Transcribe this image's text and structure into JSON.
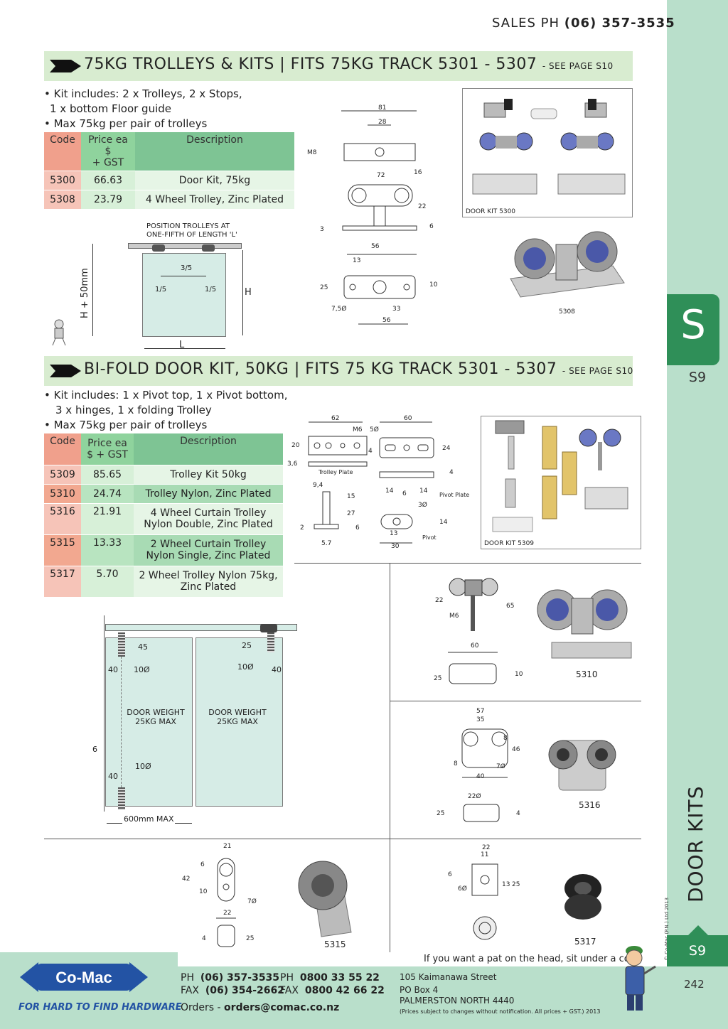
{
  "header": {
    "sales_label": "SALES  PH",
    "sales_phone": "(06) 357-3535"
  },
  "section1": {
    "title": "75KG TROLLEYS & KITS  |  FITS 75KG TRACK 5301 - 5307",
    "see_page": "- SEE PAGE S10",
    "bullets": [
      "• Kit includes: 2 x Trolleys, 2 x Stops,",
      "1 x bottom Floor guide",
      "• Max 75kg per pair of trolleys"
    ],
    "table_headers": [
      "Code",
      "Price ea $",
      "+ GST",
      "Description"
    ],
    "rows": [
      {
        "code": "5300",
        "price": "66.63",
        "desc": "Door Kit, 75kg"
      },
      {
        "code": "5308",
        "price": "23.79",
        "desc": "4 Wheel Trolley, Zinc Plated"
      }
    ],
    "diagram_note_1": "POSITION TROLLEYS AT",
    "diagram_note_2": "ONE-FIFTH OF LENGTH 'L'",
    "diagram_labels": {
      "h50": "H + 50mm",
      "h": "H",
      "l": "L",
      "three_fifths": "3/5",
      "fifth_left": "1/5",
      "fifth_right": "1/5"
    },
    "dims": {
      "d81": "81",
      "d28": "28",
      "m8": "M8",
      "d72": "72",
      "d16": "16",
      "d22": "22",
      "d3": "3",
      "d6": "6",
      "d56a": "56",
      "d13": "13",
      "d25": "25",
      "d10": "10",
      "d75": "7,5Ø",
      "d33": "33",
      "d56b": "56"
    },
    "photo_caption_kit": "DOOR KIT 5300",
    "photo_caption_5308": "5308"
  },
  "section2": {
    "title": "BI-FOLD DOOR KIT, 50KG  |  FITS 75 KG TRACK 5301 - 5307",
    "see_page": "- SEE PAGE S10",
    "bullets": [
      "• Kit includes: 1 x Pivot top, 1 x Pivot bottom,",
      "3 x hinges, 1 x folding Trolley",
      "• Max 75kg per pair of trolleys"
    ],
    "table_headers": [
      "Code",
      "Price ea",
      "$ + GST",
      "Description"
    ],
    "rows": [
      {
        "code": "5309",
        "price": "85.65",
        "desc": "Trolley Kit 50kg"
      },
      {
        "code": "5310",
        "price": "24.74",
        "desc": "Trolley Nylon, Zinc Plated"
      },
      {
        "code": "5316",
        "price": "21.91",
        "desc": "4 Wheel Curtain Trolley Nylon Double, Zinc Plated"
      },
      {
        "code": "5315",
        "price": "13.33",
        "desc": "2 Wheel Curtain Trolley Nylon Single, Zinc Plated"
      },
      {
        "code": "5317",
        "price": "5.70",
        "desc": "2 Wheel Trolley Nylon 75kg, Zinc Plated"
      }
    ],
    "plate_labels": {
      "trolley_plate": "Trolley Plate",
      "pivot_plate": "Pivot Plate",
      "pivot": "Pivot"
    },
    "plate_dims": {
      "d62": "62",
      "m6": "M6",
      "d5": "5Ø",
      "d60": "60",
      "d20": "20",
      "d4": "4",
      "d24": "24",
      "d36": "3,6",
      "d94": "9,4",
      "d15": "15",
      "d27": "27",
      "d14a": "14",
      "d6": "6",
      "d14b": "14",
      "d3o": "3Ø",
      "d14c": "14",
      "d13": "13",
      "d30": "30",
      "d57": "5.7",
      "d2": "2",
      "d6b": "6",
      "d4b": "4"
    },
    "photo_caption_kit": "DOOR KIT 5309",
    "door_weight": [
      "DOOR WEIGHT",
      "25KG MAX"
    ],
    "door_dims": {
      "d45": "45",
      "d40a": "40",
      "d10a": "10Ø",
      "d25": "25",
      "d10b": "10Ø",
      "d40b": "40",
      "d6": "6",
      "d10c": "10Ø",
      "d40c": "40",
      "width": "600mm MAX"
    },
    "p5310": {
      "caption": "5310",
      "d22": "22",
      "m6": "M6",
      "d65": "65",
      "d60": "60",
      "d25": "25",
      "d10": "10"
    },
    "p5316": {
      "caption": "5316",
      "d57": "57",
      "d35": "35",
      "d8": "8",
      "d46": "46",
      "d8b": "8",
      "d7": "7Ø",
      "d40": "40",
      "d22": "22Ø",
      "d25": "25",
      "d4": "4"
    },
    "p5315": {
      "caption": "5315",
      "d21": "21",
      "d6": "6",
      "d42": "42",
      "d10": "10",
      "d7": "7Ø",
      "d22": "22",
      "d4": "4",
      "d25": "25"
    },
    "p5317": {
      "caption": "5317",
      "d22": "22",
      "d11": "11",
      "d6": "6",
      "d6o": "6Ø",
      "d13": "13",
      "d25": "25"
    }
  },
  "sidebar": {
    "tab_letter": "S",
    "tab_page": "S9",
    "section_label": "DOOR KITS",
    "copyright": "© Co-Mac (P.N.) Ltd 2013",
    "bottom_tab": "S9",
    "page_number": "242"
  },
  "footer": {
    "quote": "If you want a pat on the head, sit under a cow.",
    "logo": "Co-Mac",
    "tagline": "FOR HARD TO FIND HARDWARE",
    "ph_label": "PH",
    "ph": "(06) 357-3535",
    "fax_label": "FAX",
    "fax": "(06) 354-2662",
    "ph2_label": "PH",
    "ph2": "0800 33 55 22",
    "fax2_label": "FAX",
    "fax2": "0800 42 66 22",
    "orders_label": "Orders -",
    "orders": "orders@comac.co.nz",
    "address": [
      "105 Kaimanawa Street",
      "PO Box 4",
      "PALMERSTON NORTH 4440"
    ],
    "disclaimer": "(Prices subject to changes without notification.  All prices + GST.)  2013"
  },
  "colors": {
    "green_dark": "#2f8f58",
    "green_light": "#b9dfcb",
    "banner": "#d8ecd0",
    "code_head": "#f0a08c",
    "blue_logo": "#2353a4"
  }
}
